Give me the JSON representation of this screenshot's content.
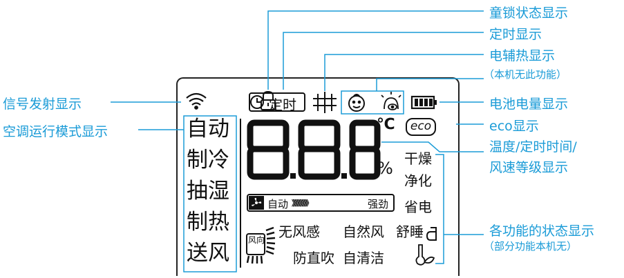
{
  "callouts": {
    "child_lock": "童锁状态显示",
    "timer": "定时显示",
    "aux_heat": "电辅热显示",
    "not_available": "（本机无此功能）",
    "signal": "信号发射显示",
    "battery": "电池电量显示",
    "mode": "空调运行模式显示",
    "eco": "eco显示",
    "temp_line1": "温度/定时时间/",
    "temp_line2": "风速等级显示",
    "func_line1": "各功能的状态显示",
    "func_line2": "（部分功能本机无）"
  },
  "lcd": {
    "timer_label": "定时",
    "digits": "8.8.8",
    "celsius": "℃",
    "percent": "%",
    "eco": "eco",
    "modes": [
      "自动",
      "制冷",
      "抽湿",
      "制热",
      "送风"
    ],
    "fan_auto": "自动",
    "fan_arrows": "》》》》》》》》》",
    "fan_strong": "强劲",
    "dry": "干燥",
    "purify": "净化",
    "save_power": "省电",
    "no_wind": "无风感",
    "natural_wind": "自然风",
    "sleep": "舒睡",
    "wind_direction": "风向",
    "anti_direct": "防直吹",
    "self_clean": "自清洁"
  },
  "colors": {
    "accent": "#1a9bd7",
    "lcd_ink": "#111111"
  }
}
